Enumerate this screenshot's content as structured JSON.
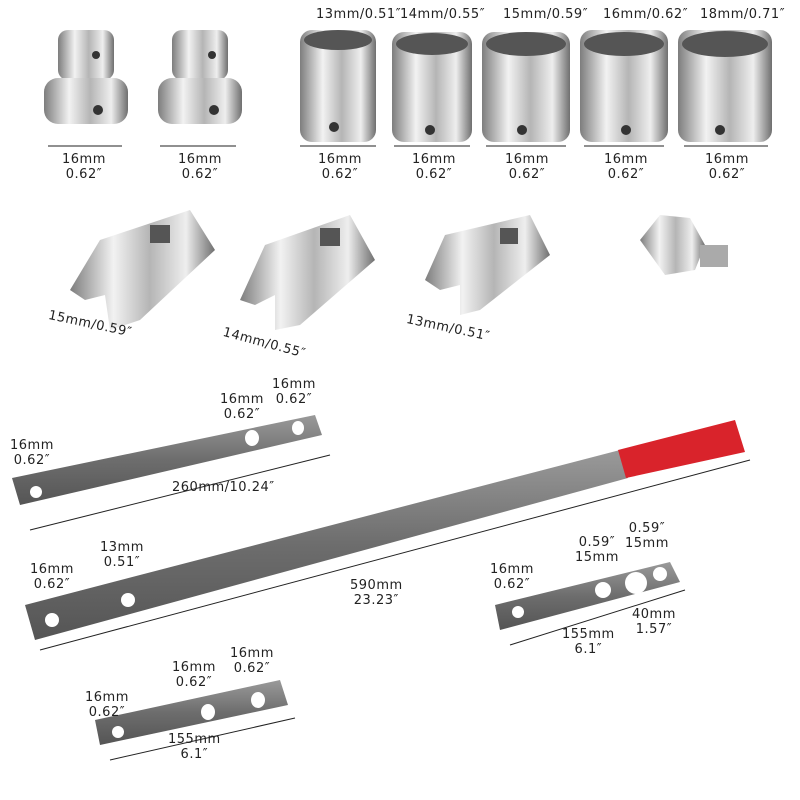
{
  "socket_sizes": [
    "13mm/0.51″",
    "14mm/0.55″",
    "15mm/0.59″",
    "16mm/0.62″",
    "18mm/0.71″"
  ],
  "drive_labels": [
    {
      "mm": "16mm",
      "in": "0.62″"
    },
    {
      "mm": "16mm",
      "in": "0.62″"
    },
    {
      "mm": "16mm",
      "in": "0.62″"
    },
    {
      "mm": "16mm",
      "in": "0.62″"
    },
    {
      "mm": "16mm",
      "in": "0.62″"
    },
    {
      "mm": "16mm",
      "in": "0.62″"
    },
    {
      "mm": "16mm",
      "in": "0.62″"
    }
  ],
  "crowfoot": [
    "15mm/0.59″",
    "14mm/0.55″",
    "13mm/0.51″"
  ],
  "bar_260": {
    "end": {
      "mm": "16mm",
      "in": "0.62″"
    },
    "hole1": {
      "mm": "16mm",
      "in": "0.62″"
    },
    "hole2": {
      "mm": "16mm",
      "in": "0.62″"
    },
    "length": "260mm/10.24″"
  },
  "bar_590": {
    "end": {
      "mm": "16mm",
      "in": "0.62″"
    },
    "hole": {
      "mm": "13mm",
      "in": "0.51″"
    },
    "length_mm": "590mm",
    "length_in": "23.23″",
    "handle_color": "#d9232b"
  },
  "plate_right": {
    "end": {
      "mm": "16mm",
      "in": "0.62″"
    },
    "hole1": {
      "in": "0.59″",
      "mm": "15mm"
    },
    "hole2": {
      "in": "0.59″",
      "mm": "15mm"
    },
    "gap_mm": "40mm",
    "gap_in": "1.57″",
    "length_mm": "155mm",
    "length_in": "6.1″"
  },
  "plate_bottom": {
    "end": {
      "mm": "16mm",
      "in": "0.62″"
    },
    "hole1": {
      "mm": "16mm",
      "in": "0.62″"
    },
    "hole2": {
      "mm": "16mm",
      "in": "0.62″"
    },
    "length_mm": "155mm",
    "length_in": "6.1″"
  }
}
